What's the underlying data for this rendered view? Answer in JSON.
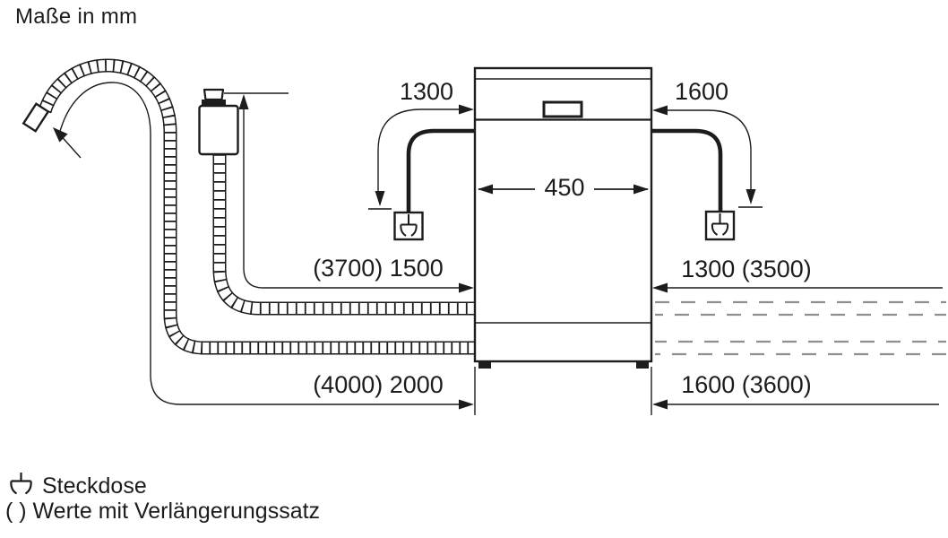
{
  "title": "Maße in mm",
  "colors": {
    "line": "#1c1c1c",
    "hidden_line": "#8e8e8e",
    "background": "#ffffff"
  },
  "appliance": {
    "type_hint": "freestanding-dishwasher-front-view",
    "width_label": "450"
  },
  "dimensions": {
    "power_cord_left": "1300",
    "power_cord_right": "1600",
    "supply_hose_front": "(3700) 1500",
    "supply_hose_rear": "1300 (3500)",
    "drain_hose_front": "(4000) 2000",
    "drain_hose_rear": "1600 (3600)"
  },
  "legend": {
    "socket_icon": "plug-socket-icon",
    "socket_label": "Steckdose",
    "brackets_note": "( ) Werte mit Verlängerungssatz"
  }
}
